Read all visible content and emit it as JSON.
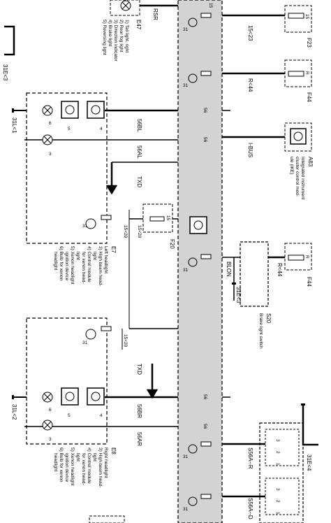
{
  "connectors": {
    "tl": "31E<3",
    "l1": "31L<1",
    "l2": "31L<2",
    "br": "31E<4",
    "mid": "31E<3"
  },
  "components": {
    "e47": {
      "id": "E47",
      "items": [
        "1) Tail light, right",
        "2) Rear fog light",
        "3) Direction indicator",
        "4) Brake light",
        "5) Reversing light"
      ]
    },
    "e7": {
      "id": "E7",
      "items": [
        "Left headlight",
        "3) High beam head-",
        "light",
        "4) Control module",
        "for xenon head-",
        "light",
        "5) Xenon headlight",
        "ignition device",
        "6) Bulb for xenon",
        "headlight"
      ]
    },
    "e8": {
      "id": "E8",
      "items": [
        "Right headlight",
        "3) High beam head-",
        "light",
        "4) Control module",
        "for xenon head-",
        "light",
        "5) Xenon headlight",
        "ignition device",
        "6) Bulb for xenon",
        "headlight"
      ]
    },
    "a83": {
      "id": "A83",
      "items": [
        "Integrated instrument",
        "cluster control mod-",
        "ule (IKE)"
      ]
    },
    "s20": {
      "id": "S20",
      "name": "Brake light switch"
    }
  },
  "fuses": {
    "f23": {
      "id": "F23",
      "pin": "15"
    },
    "f44a": {
      "id": "F44",
      "pin": "R"
    },
    "f44b": {
      "id": "F44",
      "pin": "R"
    },
    "f20": {
      "id": "F20",
      "pin": "15"
    }
  },
  "signals": {
    "rsr": "RSR",
    "s15_23": "15<23",
    "r44": "R<44",
    "ibus": "I-BUS",
    "s56bl": "56BL",
    "s56al": "56AL",
    "txd1": "TXD",
    "txd2": "TXD",
    "s15_20a": "15<20",
    "s15_20b": "15<20",
    "s15_20c": "15<20",
    "s56br": "56BR",
    "s56ar": "56AR",
    "s56ar2": "S56A--R",
    "s56ad": "S56A--D",
    "blon": "BLON",
    "r44b": "R<44"
  },
  "pins": {
    "p15": "15",
    "p31": "31",
    "p56": "56",
    "n3": "3",
    "n4": "4",
    "n5": "5",
    "n6": "6",
    "n2": "2",
    "n1": "1"
  }
}
